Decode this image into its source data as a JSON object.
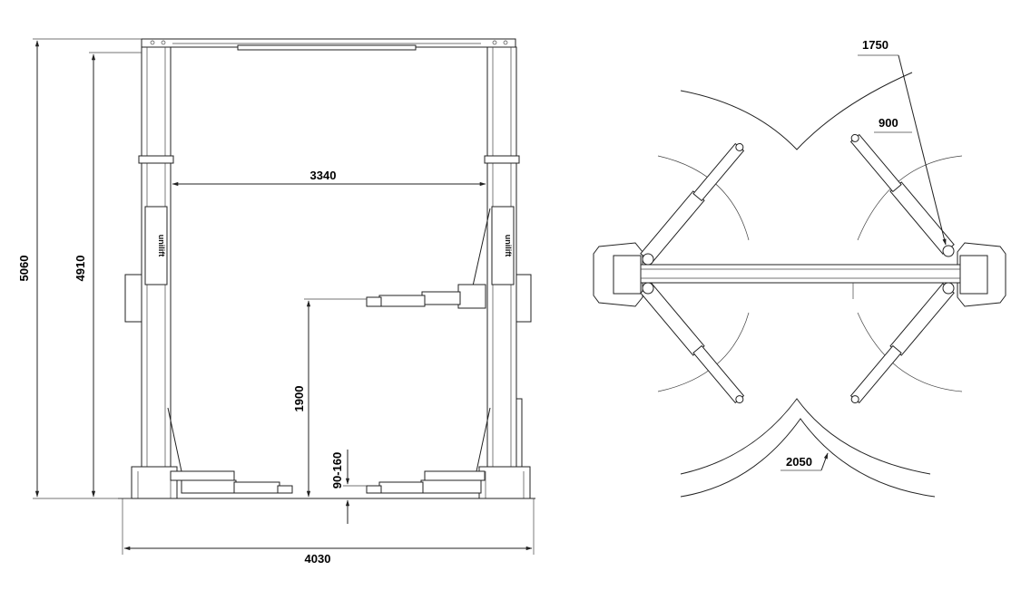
{
  "dimensions": {
    "overall_height": "5060",
    "lift_height": "4910",
    "inner_width": "3340",
    "lift_travel": "1900",
    "min_height": "90-160",
    "overall_width": "4030",
    "arm_reach_long": "1750",
    "arm_reach_short": "900",
    "swing_radius": "2050"
  },
  "brand": {
    "logo_text": "unilift"
  }
}
